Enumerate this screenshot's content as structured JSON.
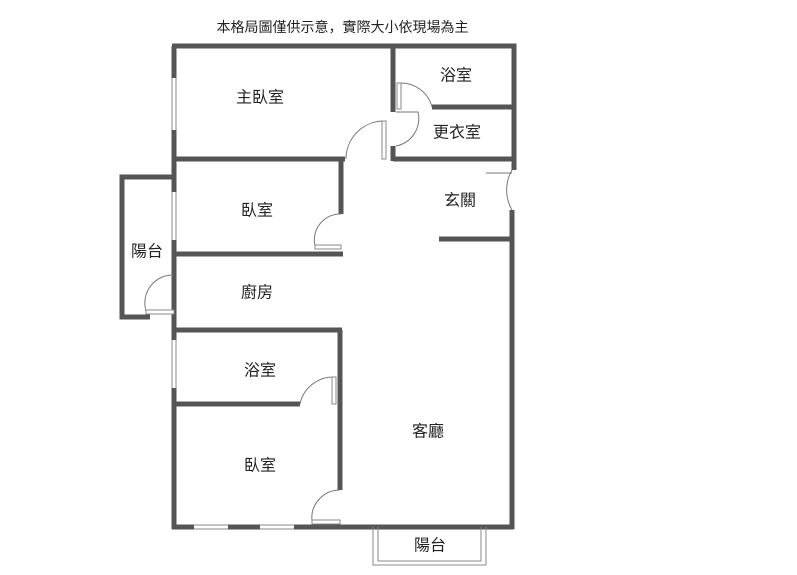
{
  "header": {
    "note": "本格局圖僅供示意，實際大小依現場為主"
  },
  "rooms": {
    "master_bedroom": "主臥室",
    "bath_top": "浴室",
    "walk_in_closet": "更衣室",
    "foyer": "玄關",
    "bedroom_middle": "臥室",
    "balcony_left": "陽台",
    "kitchen": "廚房",
    "bath_lower": "浴室",
    "bedroom_lower": "臥室",
    "living_room": "客廳",
    "balcony_bottom": "陽台"
  }
}
